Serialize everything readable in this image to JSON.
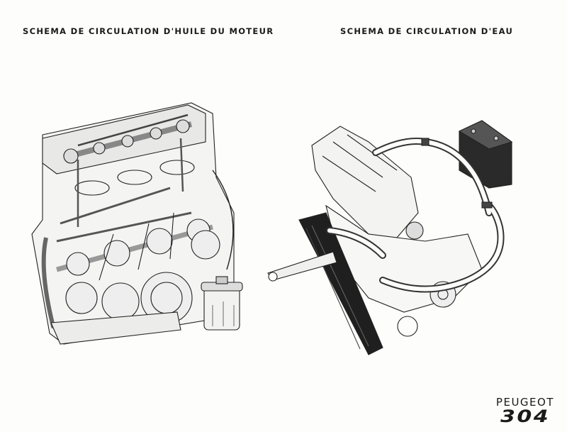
{
  "titles": {
    "oil": "SCHEMA DE CIRCULATION D'HUILE DU MOTEUR",
    "water": "SCHEMA DE CIRCULATION D'EAU"
  },
  "brand": {
    "name": "PEUGEOT",
    "model": "304"
  },
  "colors": {
    "ink": "#1a1a1a",
    "tube": "#555555",
    "paper": "#fdfdfb"
  }
}
